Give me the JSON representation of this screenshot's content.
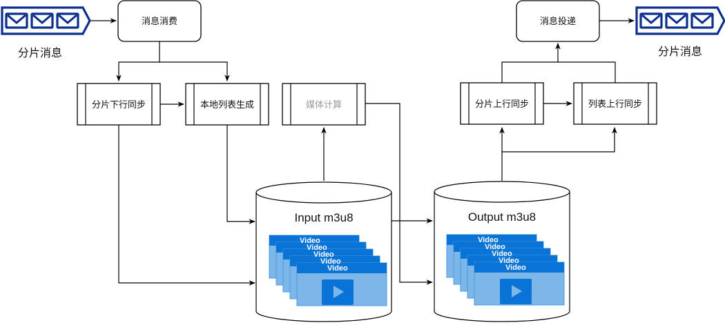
{
  "title": "m3u8 分片消息处理流程",
  "nodes": {
    "msg_in": {
      "label": "分片消息",
      "icon": "envelope-queue-icon"
    },
    "consume": {
      "label": "消息消费"
    },
    "slice_down": {
      "label": "分片下行同步"
    },
    "list_gen": {
      "label": "本地列表生成"
    },
    "media_calc": {
      "label": "媒体计算"
    },
    "input_store": {
      "label": "Input m3u8",
      "items": [
        "Video",
        "Video",
        "Video",
        "Video",
        "Video"
      ]
    },
    "output_store": {
      "label": "Output m3u8",
      "items": [
        "Video",
        "Video",
        "Video",
        "Video",
        "Video"
      ]
    },
    "slice_up": {
      "label": "分片上行同步"
    },
    "list_up": {
      "label": "列表上行同步"
    },
    "deliver": {
      "label": "消息投递"
    },
    "msg_out": {
      "label": "分片消息",
      "icon": "envelope-queue-icon"
    }
  },
  "colors": {
    "queue_blue": "#0b2f8f",
    "video_dark": "#0a74d6",
    "video_light": "#7db7ea"
  },
  "edges": [
    {
      "from": "msg_in",
      "to": "consume"
    },
    {
      "from": "consume",
      "to": "slice_down"
    },
    {
      "from": "consume",
      "to": "list_gen"
    },
    {
      "from": "slice_down",
      "to": "list_gen"
    },
    {
      "from": "slice_down",
      "to": "input_store"
    },
    {
      "from": "list_gen",
      "to": "input_store"
    },
    {
      "from": "input_store",
      "to": "media_calc"
    },
    {
      "from": "media_calc",
      "to": "output_store"
    },
    {
      "from": "input_store",
      "to": "output_store"
    },
    {
      "from": "output_store",
      "to": "slice_up"
    },
    {
      "from": "output_store",
      "to": "list_up"
    },
    {
      "from": "slice_up",
      "to": "list_up"
    },
    {
      "from": "slice_up",
      "to": "deliver"
    },
    {
      "from": "list_up",
      "to": "deliver"
    },
    {
      "from": "deliver",
      "to": "msg_out"
    }
  ]
}
